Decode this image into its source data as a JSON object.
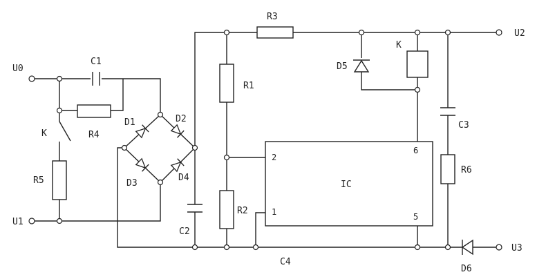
{
  "terminals": {
    "u0": "U0",
    "u1": "U1",
    "u2": "U2",
    "u3": "U3"
  },
  "components": {
    "r1": "R1",
    "r2": "R2",
    "r3": "R3",
    "r4": "R4",
    "r5": "R5",
    "r6": "R6",
    "c1": "C1",
    "c2": "C2",
    "c3": "C3",
    "c4": "C4",
    "d1": "D1",
    "d2": "D2",
    "d3": "D3",
    "d4": "D4",
    "d5": "D5",
    "d6": "D6",
    "switch_k": "K",
    "relay_k": "K",
    "ic": "IC"
  },
  "ic_pins": {
    "p1": "1",
    "p2": "2",
    "p5": "5",
    "p6": "6"
  }
}
